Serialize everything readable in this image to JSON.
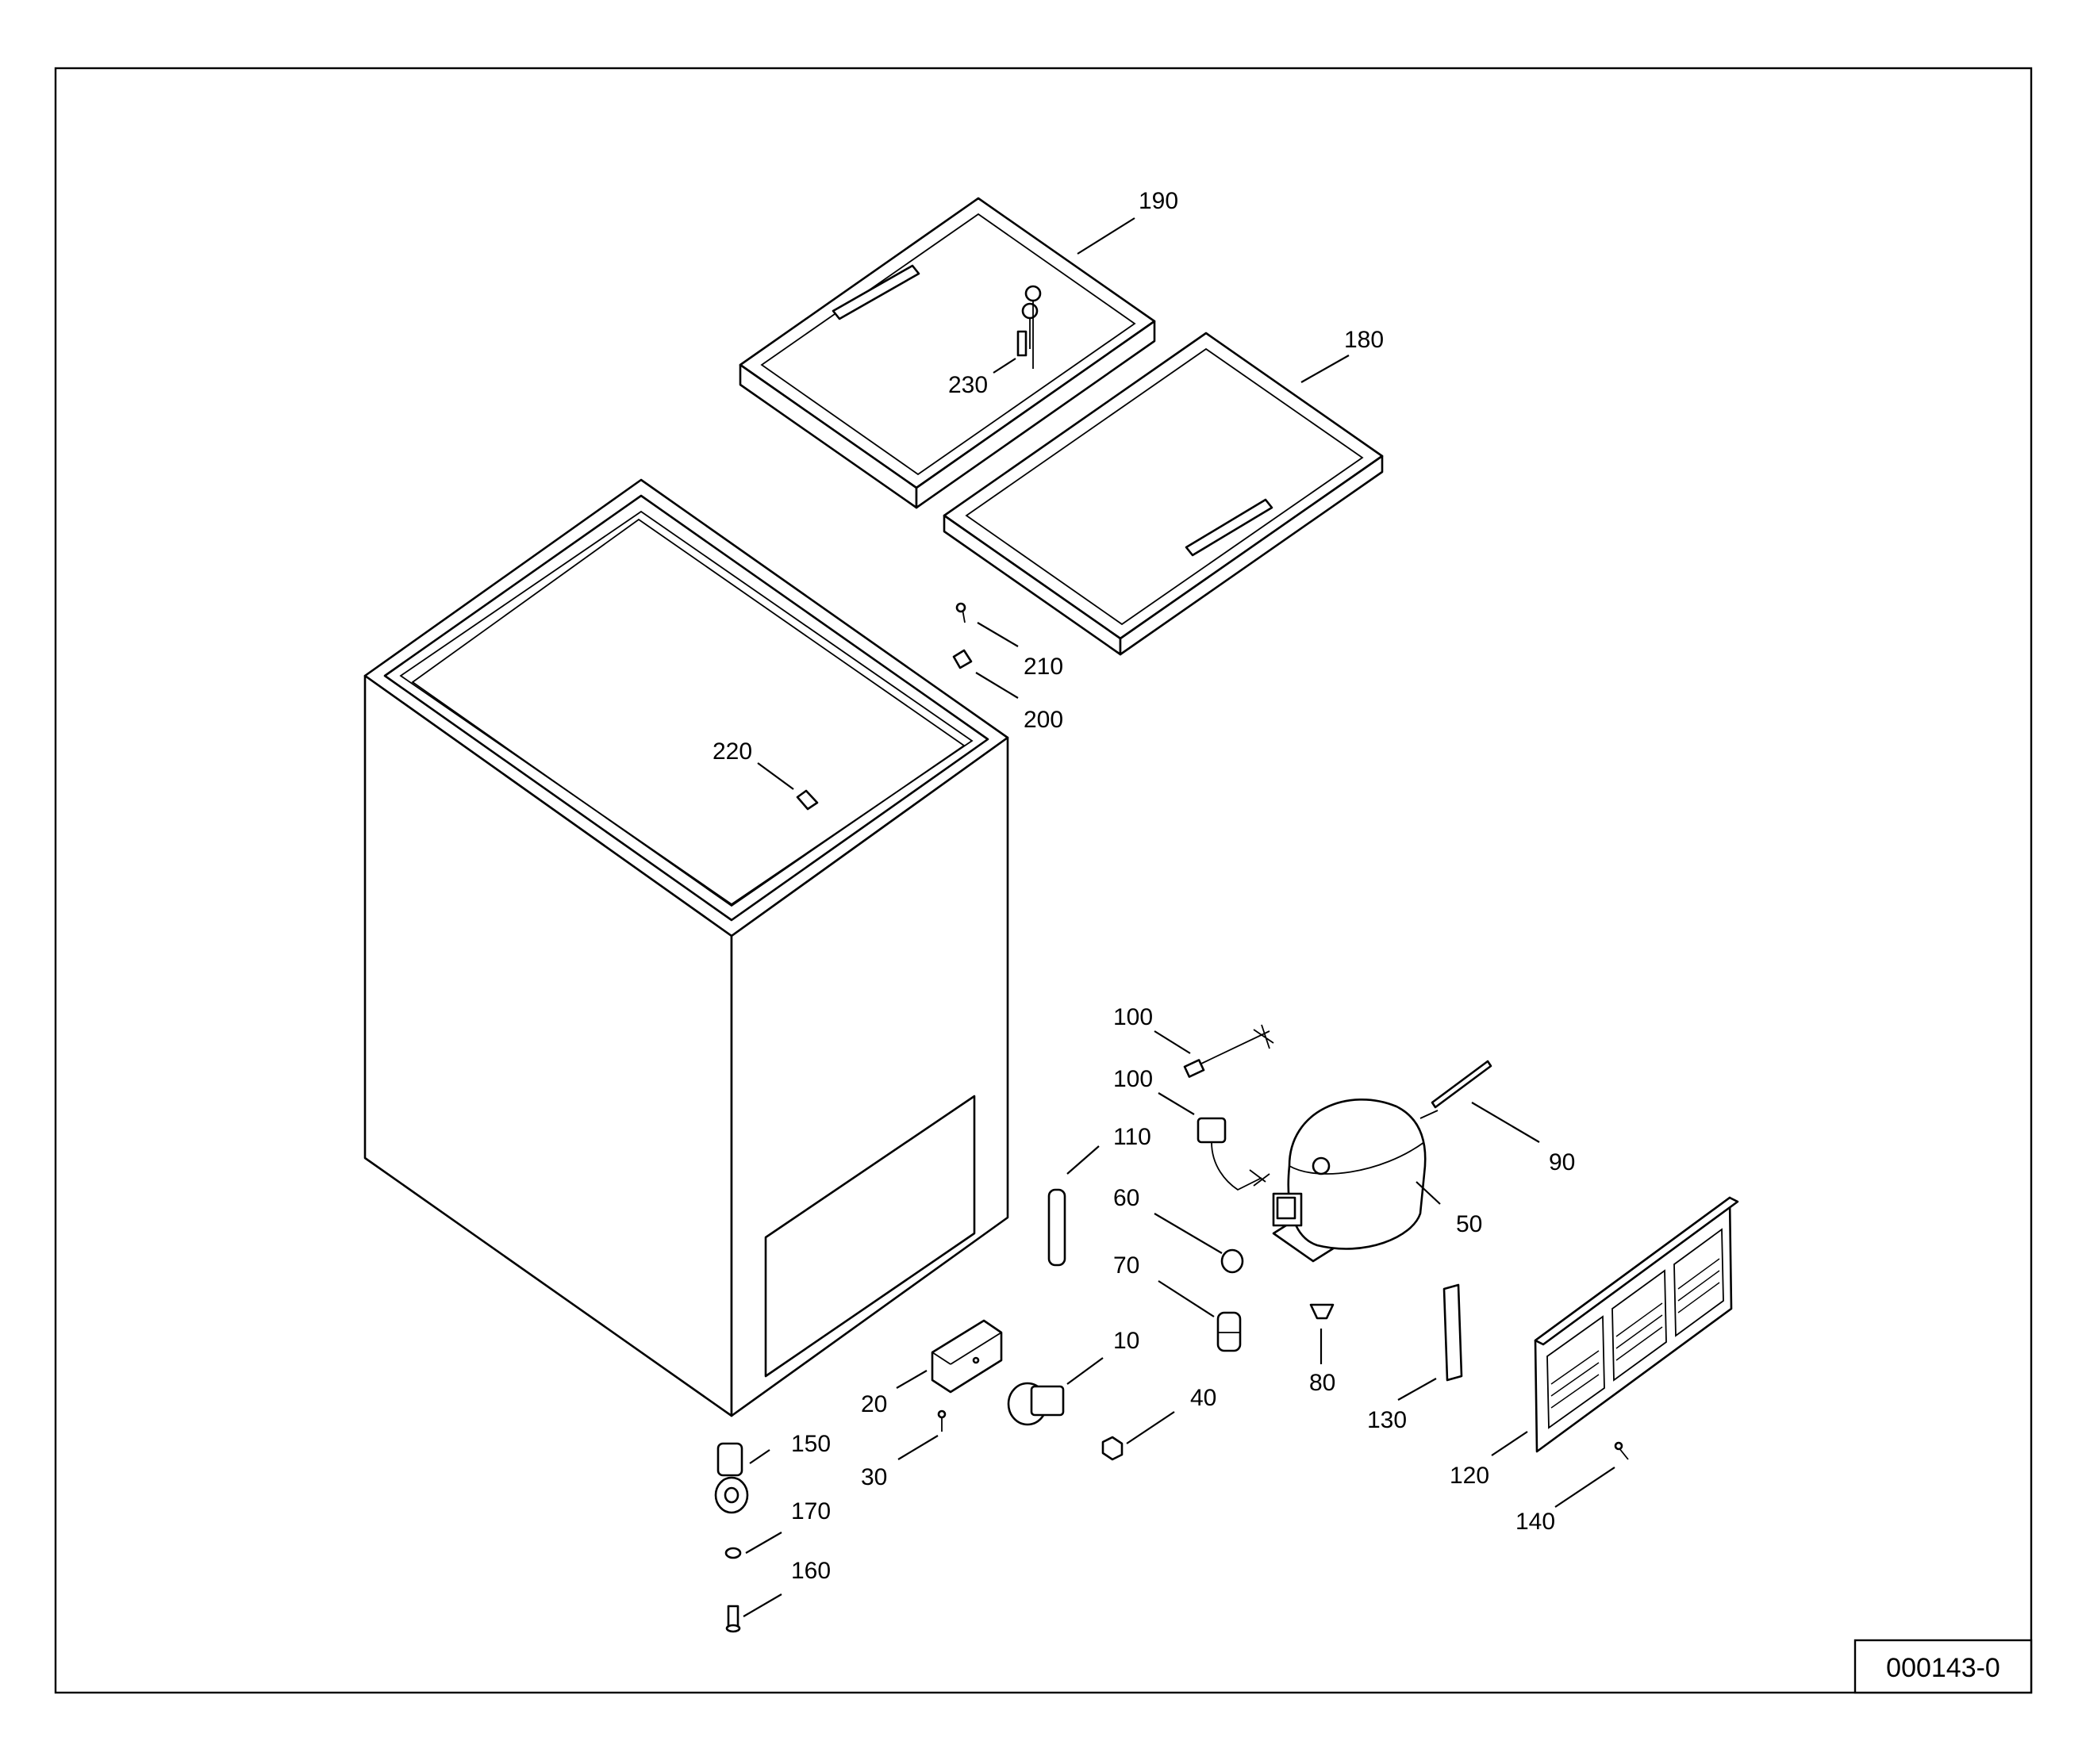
{
  "drawing_id": "000143-0",
  "callouts": [
    {
      "id": "c190",
      "text": "190"
    },
    {
      "id": "c180",
      "text": "180"
    },
    {
      "id": "c230",
      "text": "230"
    },
    {
      "id": "c210",
      "text": "210"
    },
    {
      "id": "c200",
      "text": "200"
    },
    {
      "id": "c220",
      "text": "220"
    },
    {
      "id": "c100a",
      "text": "100"
    },
    {
      "id": "c100b",
      "text": "100"
    },
    {
      "id": "c110",
      "text": "110"
    },
    {
      "id": "c90",
      "text": "90"
    },
    {
      "id": "c60",
      "text": "60"
    },
    {
      "id": "c50",
      "text": "50"
    },
    {
      "id": "c70",
      "text": "70"
    },
    {
      "id": "c10",
      "text": "10"
    },
    {
      "id": "c20",
      "text": "20"
    },
    {
      "id": "c80",
      "text": "80"
    },
    {
      "id": "c40",
      "text": "40"
    },
    {
      "id": "c130",
      "text": "130"
    },
    {
      "id": "c150",
      "text": "150"
    },
    {
      "id": "c30",
      "text": "30"
    },
    {
      "id": "c120",
      "text": "120"
    },
    {
      "id": "c170",
      "text": "170"
    },
    {
      "id": "c140",
      "text": "140"
    },
    {
      "id": "c160",
      "text": "160"
    }
  ]
}
